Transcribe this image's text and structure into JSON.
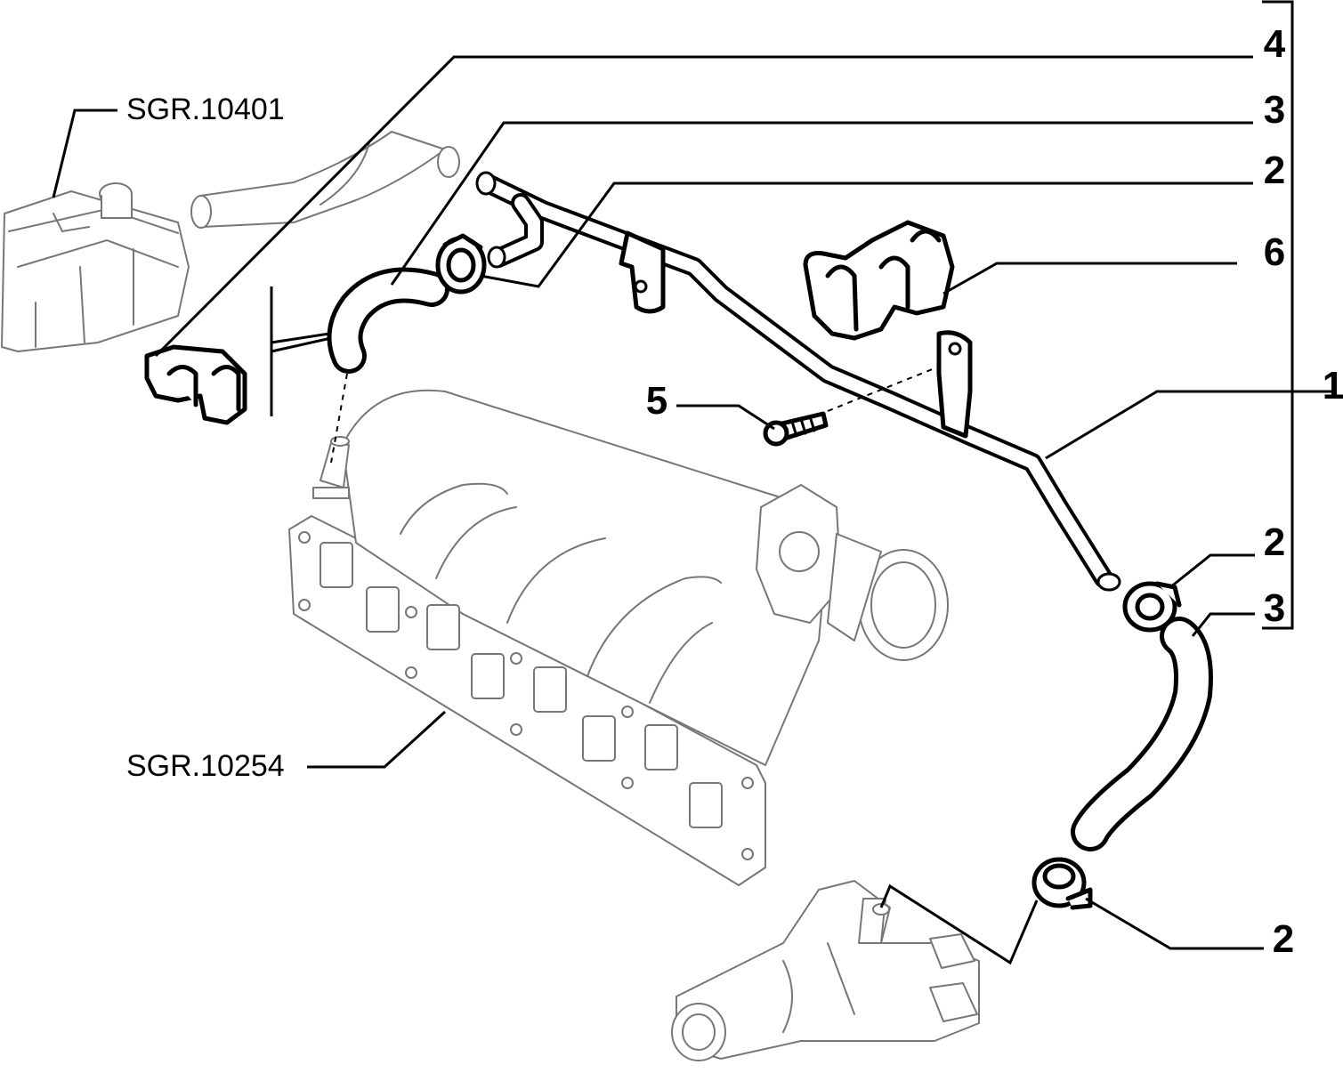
{
  "diagram": {
    "callouts": {
      "c4": "4",
      "c3_top": "3",
      "c2_top": "2",
      "c6": "6",
      "c1": "1",
      "c5": "5",
      "c2_mid": "2",
      "c3_mid": "3",
      "c2_bottom": "2"
    },
    "references": {
      "expansion_tank": "SGR.10401",
      "intake_manifold": "SGR.10254"
    }
  }
}
